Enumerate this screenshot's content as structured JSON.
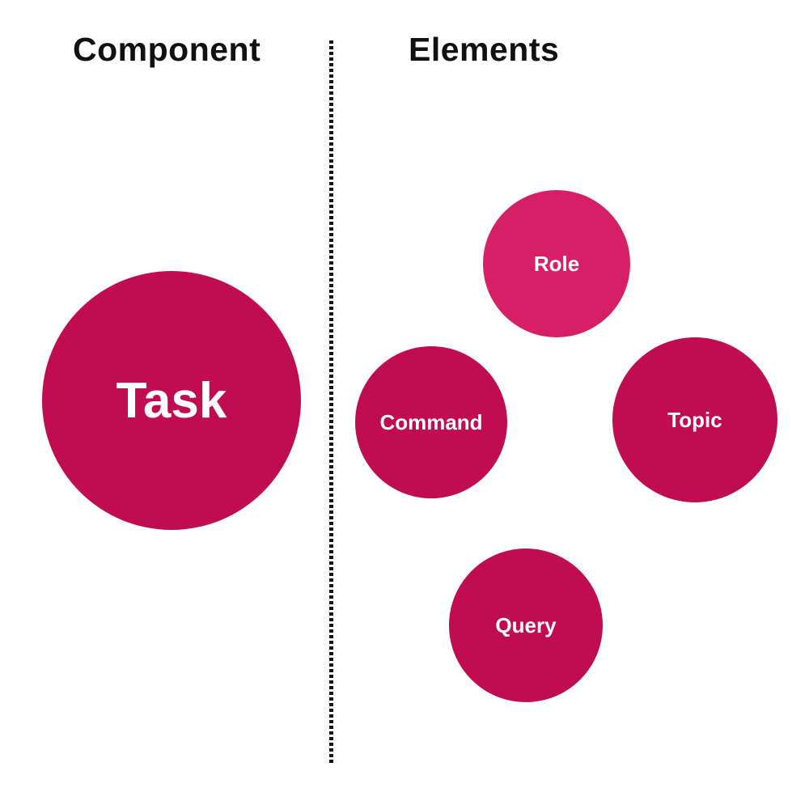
{
  "headers": {
    "left": "Component",
    "right": "Elements"
  },
  "component": {
    "label": "Task"
  },
  "elements": [
    {
      "label": "Role"
    },
    {
      "label": "Command"
    },
    {
      "label": "Topic"
    },
    {
      "label": "Query"
    }
  ],
  "colors": {
    "circle_primary": "#C00D52",
    "circle_role": "#D61F66",
    "circle_text": "#ffffff",
    "heading_text": "#111111",
    "divider": "#141414",
    "background": "#ffffff"
  }
}
